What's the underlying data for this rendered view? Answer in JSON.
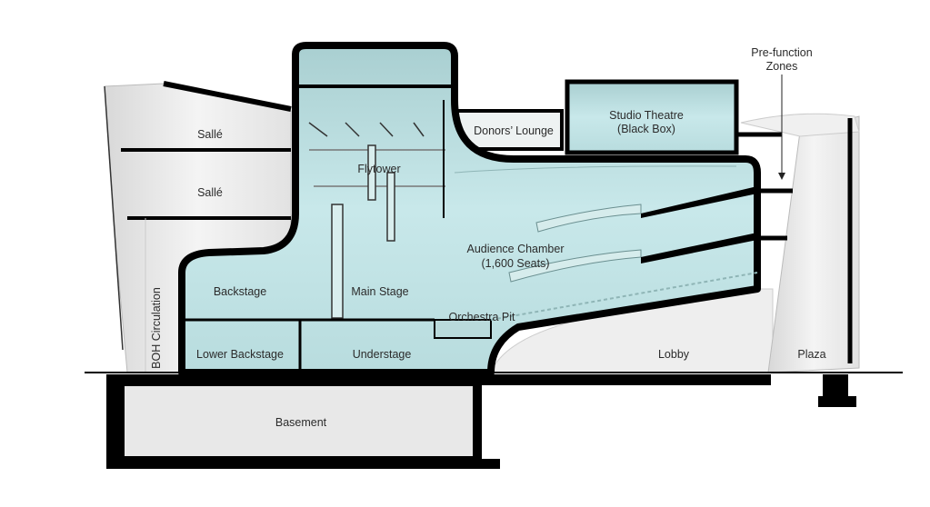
{
  "labels": {
    "salle_upper": "Sallé",
    "salle_lower": "Sallé",
    "flytower": "Flytower",
    "donors_lounge": "Donors’ Lounge",
    "studio_theatre_line1": "Studio Theatre",
    "studio_theatre_line2": "(Black Box)",
    "prefunction_line1": "Pre-function",
    "prefunction_line2": "Zones",
    "audience_line1": "Audience Chamber",
    "audience_line2": "(1,600 Seats)",
    "backstage": "Backstage",
    "main_stage": "Main Stage",
    "orchestra_pit": "Orchestra Pit",
    "boh_circulation": "BOH Circulation",
    "lower_backstage": "Lower Backstage",
    "understage": "Understage",
    "lobby": "Lobby",
    "plaza": "Plaza",
    "basement": "Basement"
  },
  "colors": {
    "interior": "#c4e5e7",
    "structure": "#000000",
    "facade": "#e6e6e6"
  }
}
